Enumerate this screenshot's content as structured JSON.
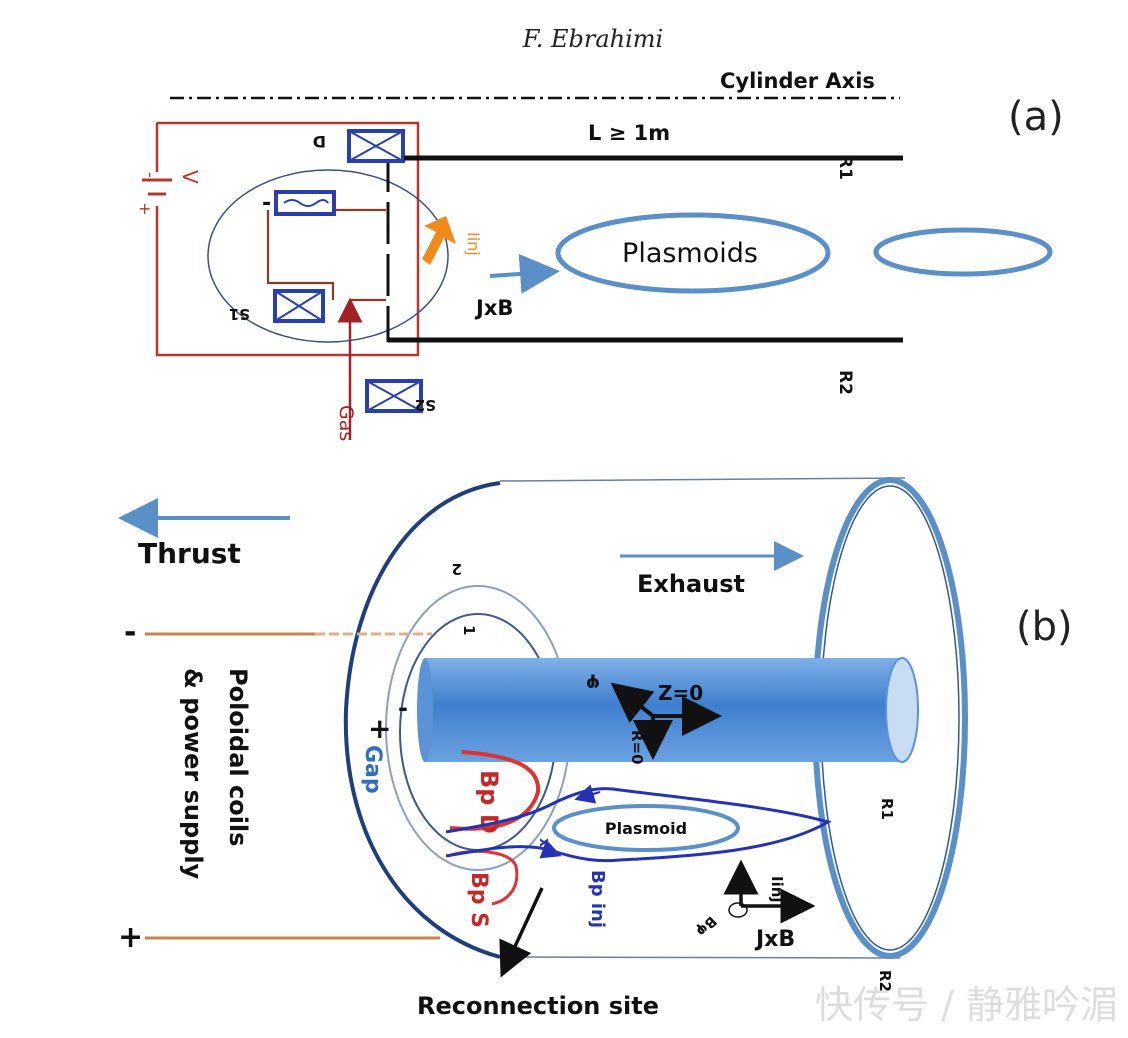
{
  "header": {
    "author": "F. Ebrahimi"
  },
  "panel_a": {
    "label": "(a)",
    "axis_label": "Cylinder Axis",
    "length_label": "L ≥ 1m",
    "r1": "R1",
    "r2": "R2",
    "coil_d": "D",
    "coil_s1": "S1",
    "coil_s2": "S2",
    "voltage": "V",
    "plus": "+",
    "minus": "-",
    "inj": "Iinj",
    "gas": "Gas",
    "jxb": "JxB",
    "plasmoids": "Plasmoids"
  },
  "panel_b": {
    "label": "(b)",
    "thrust": "Thrust",
    "exhaust": "Exhaust",
    "coils_line1": "Poloidal coils",
    "coils_line2": "& power supply",
    "minus": "-",
    "plus": "+",
    "gap": "Gap",
    "z_eq_0": "Z=0",
    "r_eq_0": "R=0",
    "phi": "φ",
    "r1": "R1",
    "r2": "R2",
    "ring1": "1",
    "ring2": "2",
    "bpd": "Bp D",
    "bps": "Bp S",
    "bpinj": "Bp inj",
    "x_mark": "x",
    "plasmoid": "Plasmoid",
    "iinj": "Iinj",
    "bphi": "Bφ",
    "jxb": "JxB",
    "reconnection": "Reconnection site"
  },
  "watermark": "快传号 / 静雅吟湄",
  "colors": {
    "red_circuit": "#c0392b",
    "coil_blue": "#2a3fae",
    "arrow_blue": "#5b8fc7",
    "plasmoid_blue": "#5b8fc7",
    "orange": "#f08a1c",
    "cylinder_blue": "#4a86cf",
    "dark_blue": "#1f3f7a",
    "bp_red": "#d33",
    "bp_blue": "#2433b5",
    "brown_wire": "#c8834c"
  }
}
